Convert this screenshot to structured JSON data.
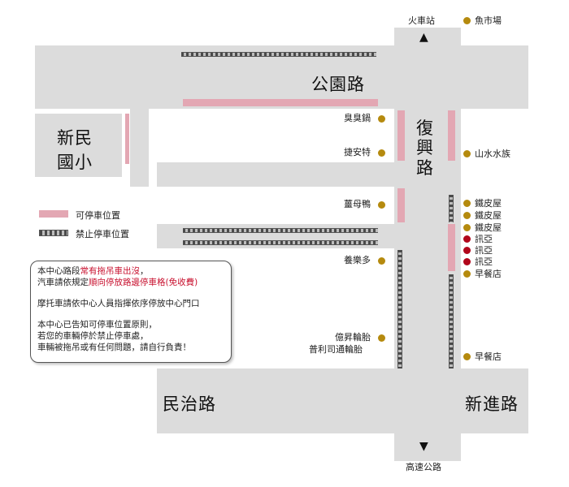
{
  "destinations": {
    "north": "火車站",
    "south": "高速公路"
  },
  "roads": {
    "gongyuan": "公園路",
    "fuxing": [
      "復",
      "興",
      "路"
    ],
    "minzhi": "民治路",
    "xinjin": "新進路"
  },
  "school": {
    "line1": "新民",
    "line2": "國小"
  },
  "legend": {
    "parking": "可停車位置",
    "no_parking": "禁止停車位置"
  },
  "pois_left": [
    "臭臭鍋",
    "捷安特",
    "薑母鴨",
    "養樂多",
    "億昇輪胎",
    "普利司通輪胎"
  ],
  "pois_right": [
    "魚市場",
    "山水水族",
    "鐵皮屋",
    "鐵皮屋",
    "鐵皮屋",
    "訊亞",
    "訊亞",
    "訊亞",
    "早餐店",
    "早餐店"
  ],
  "notice": {
    "l1_a": "本中心路段",
    "l1_b": "常有拖吊車出沒",
    "l1_c": "，",
    "l2_a": "汽車請依規定",
    "l2_b": "順向停放路邊停車格(免收費)",
    "l3": "摩托車請依中心人員指揮依序停放中心門口",
    "l4": "本中心已告知可停車位置原則，",
    "l5": "若您的車輛停於禁止停車處，",
    "l6": "車輛被拖吊或有任何問題，請自行負責！"
  },
  "colors": {
    "road": "#dcdcdc",
    "parking": "#e3a7b3",
    "poi_dot": "#b58a0e",
    "poi_dot_red": "#b1061b",
    "highlight": "#c8102e"
  }
}
